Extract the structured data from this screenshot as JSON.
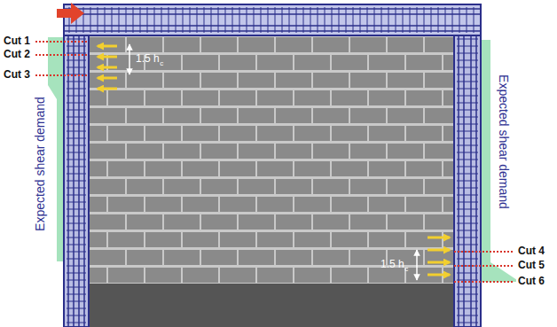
{
  "diagram": {
    "labels": [
      "Cut 1",
      "Cut 2",
      "Cut 3",
      "1.5 h",
      "c",
      "Expected shear demand",
      "Expected shear demand",
      "Cut 4",
      "Cut 5",
      "Cut 6",
      "1.5 h",
      "c"
    ]
  }
}
